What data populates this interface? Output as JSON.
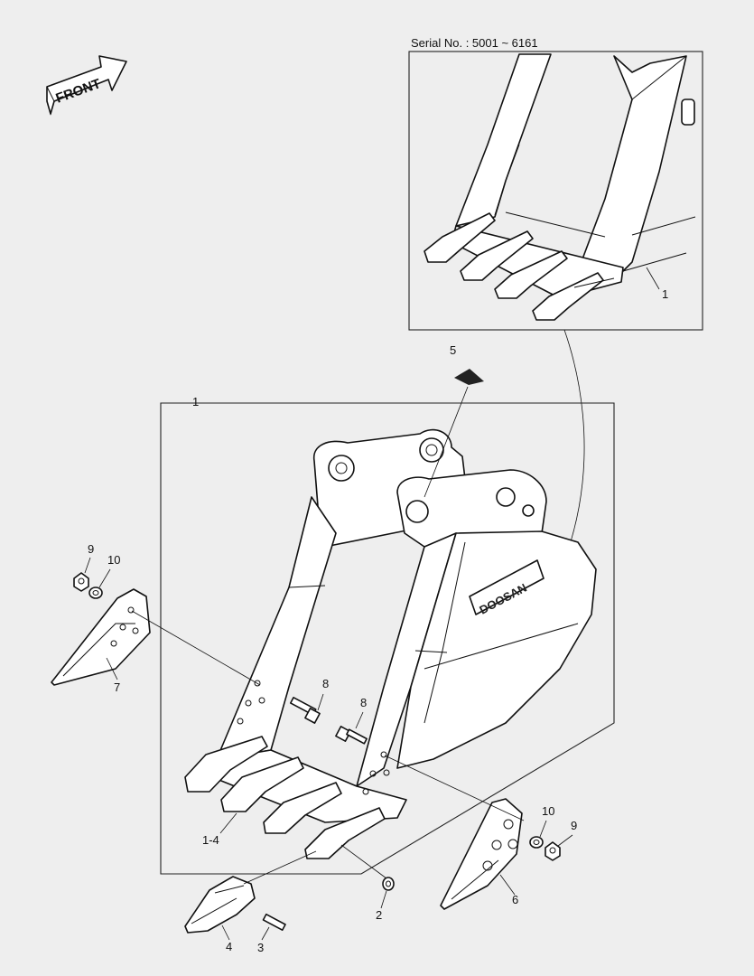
{
  "front_label": "FRONT",
  "serial_label": "Serial No. : 5001 ~ 6161",
  "brand_logo": "DOOSAN",
  "callouts": {
    "inset_bucket": "1",
    "main_bucket": "1",
    "decal": "5",
    "bolt_left": "8",
    "bolt_right": "8",
    "nut_left": "9",
    "washer_left": "10",
    "side_cutter_left": "7",
    "washer_right": "10",
    "nut_right": "9",
    "side_cutter_right": "6",
    "tooth_assembly": "1-4",
    "lock_washer": "2",
    "pin": "3",
    "tooth_point": "4"
  },
  "icons": {
    "front_arrow": "front-arrow-icon"
  }
}
